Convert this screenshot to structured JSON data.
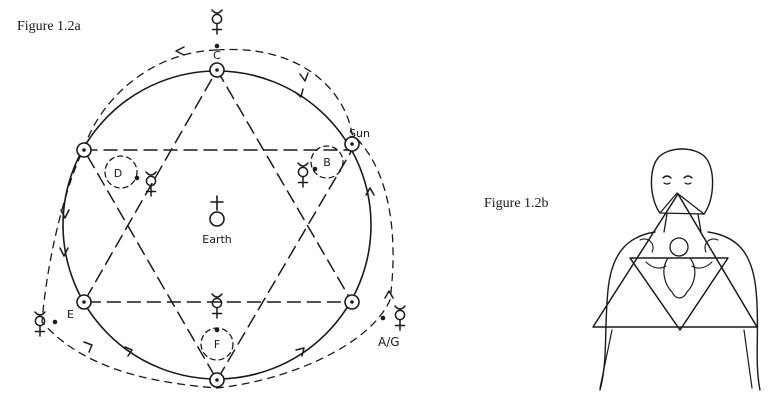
{
  "figure_a": {
    "caption": "Figure 1.2a",
    "center_label": "Earth",
    "sun_label": "Sun",
    "points": {
      "A_G": "A/G",
      "B": "B",
      "C": "C",
      "D": "D",
      "E": "E",
      "F": "F"
    }
  },
  "figure_b": {
    "caption": "Figure 1.2b"
  },
  "symbols": {
    "mercury": "mercury-icon",
    "sun": "sun-icon",
    "earth": "earth-icon"
  }
}
